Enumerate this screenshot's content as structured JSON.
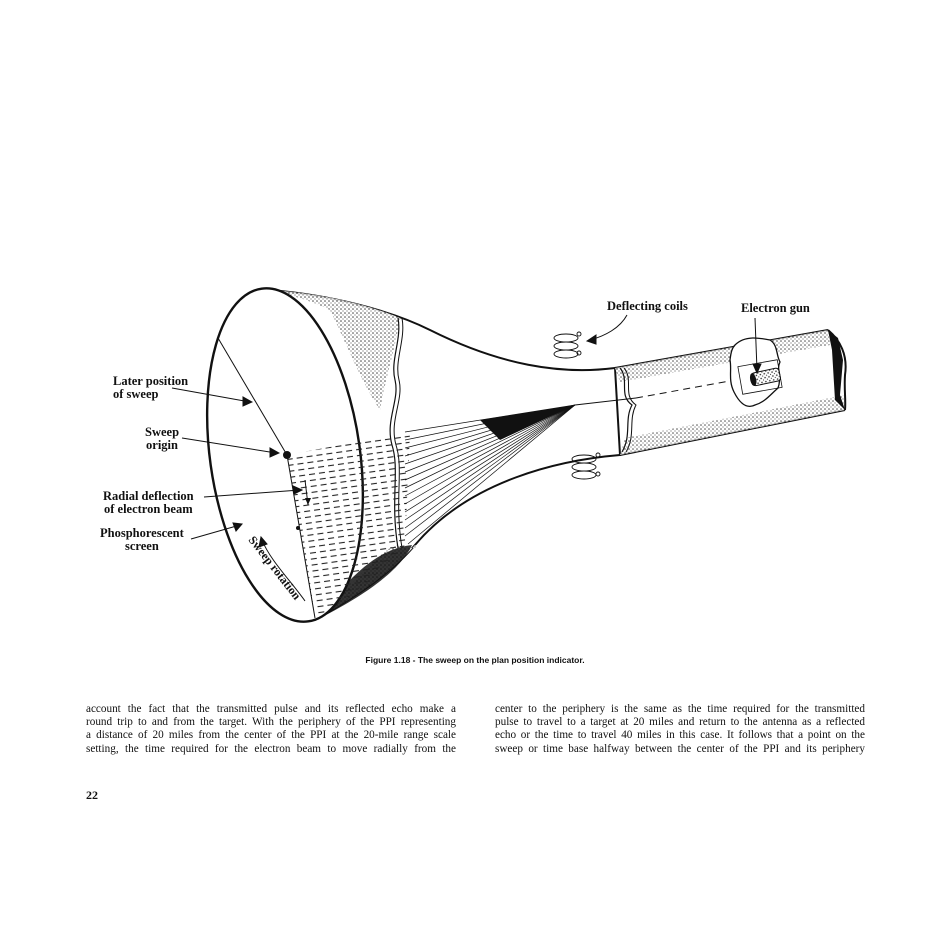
{
  "figure": {
    "labels": {
      "later_position": [
        "Later position",
        "of sweep"
      ],
      "sweep_origin": [
        "Sweep",
        "origin"
      ],
      "radial_deflection": [
        "Radial deflection",
        "of electron beam"
      ],
      "phosphorescent": [
        "Phosphorescent",
        "screen"
      ],
      "sweep_rotation": "Sweep rotation",
      "deflecting_coils": "Deflecting coils",
      "electron_gun": "Electron gun"
    },
    "caption": "Figure 1.18 - The sweep on the plan position indicator."
  },
  "body": {
    "left_column": [
      "account the fact that the transmitted pulse and its reflected echo make a",
      "round trip to and from the target. With the periphery of the PPI representing",
      "a distance of 20 miles from the center of the PPI at the 20-mile range scale",
      "setting, the time required for the electron beam to move radially from the"
    ],
    "right_column": [
      "center to the periphery is the same as the time required for the transmitted",
      "pulse to travel to a target at 20 miles and return to the antenna as a reflected",
      "echo or the time to travel 40 miles in this case. It follows that a point on the",
      "sweep or time base halfway between the center of the PPI and its periphery"
    ]
  },
  "page_number": "22"
}
